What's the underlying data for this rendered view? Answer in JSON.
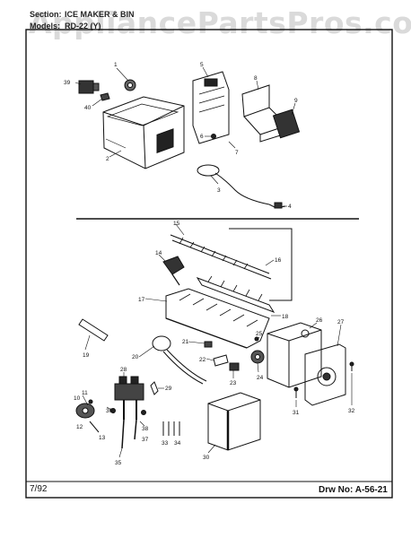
{
  "header": {
    "section_label": "Section:",
    "section_value": "ICE MAKER & BIN",
    "models_label": "Models:",
    "models_value": "RD-22 (Y)"
  },
  "watermark": "AppliancePartsPros.com",
  "footer": {
    "date": "7/92",
    "drawing_number": "Drw No: A-56-21"
  },
  "callouts": [
    "1",
    "2",
    "3",
    "4",
    "5",
    "6",
    "7",
    "8",
    "9",
    "39",
    "40",
    "15",
    "14",
    "16",
    "17",
    "18",
    "19",
    "20",
    "21",
    "22",
    "23",
    "24",
    "25",
    "26",
    "27",
    "28",
    "29",
    "10",
    "11",
    "12",
    "13",
    "35",
    "36",
    "37",
    "38",
    "33",
    "34",
    "30",
    "31",
    "32"
  ],
  "colors": {
    "ink": "#111111",
    "paper": "#ffffff",
    "watermark": "#969696"
  }
}
